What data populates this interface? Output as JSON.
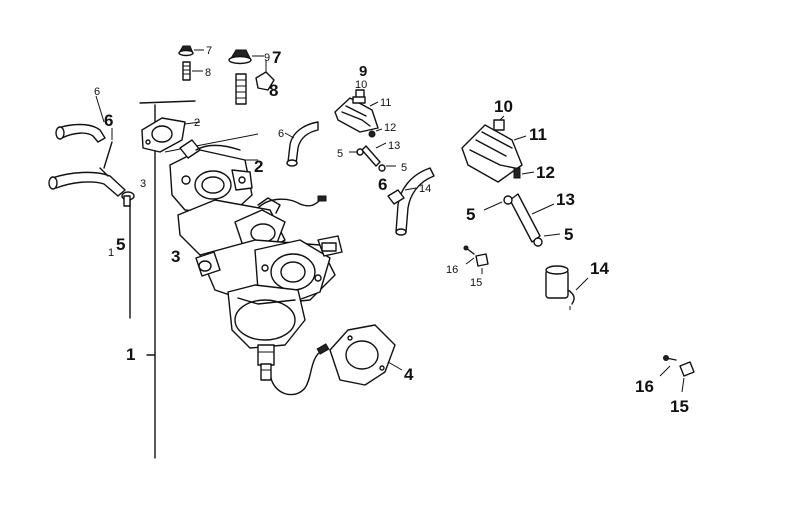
{
  "callouts": {
    "n1": "1",
    "n2": "2",
    "n3": "3",
    "n4": "4",
    "n5": "5",
    "n6": "6",
    "n7": "7",
    "n8": "8",
    "n9": "9",
    "n10": "10",
    "n11": "11",
    "n12": "12",
    "n13": "13",
    "n14": "14",
    "n15": "15",
    "n16": "16"
  },
  "colors": {
    "ink": "#111111",
    "background": "#ffffff"
  }
}
